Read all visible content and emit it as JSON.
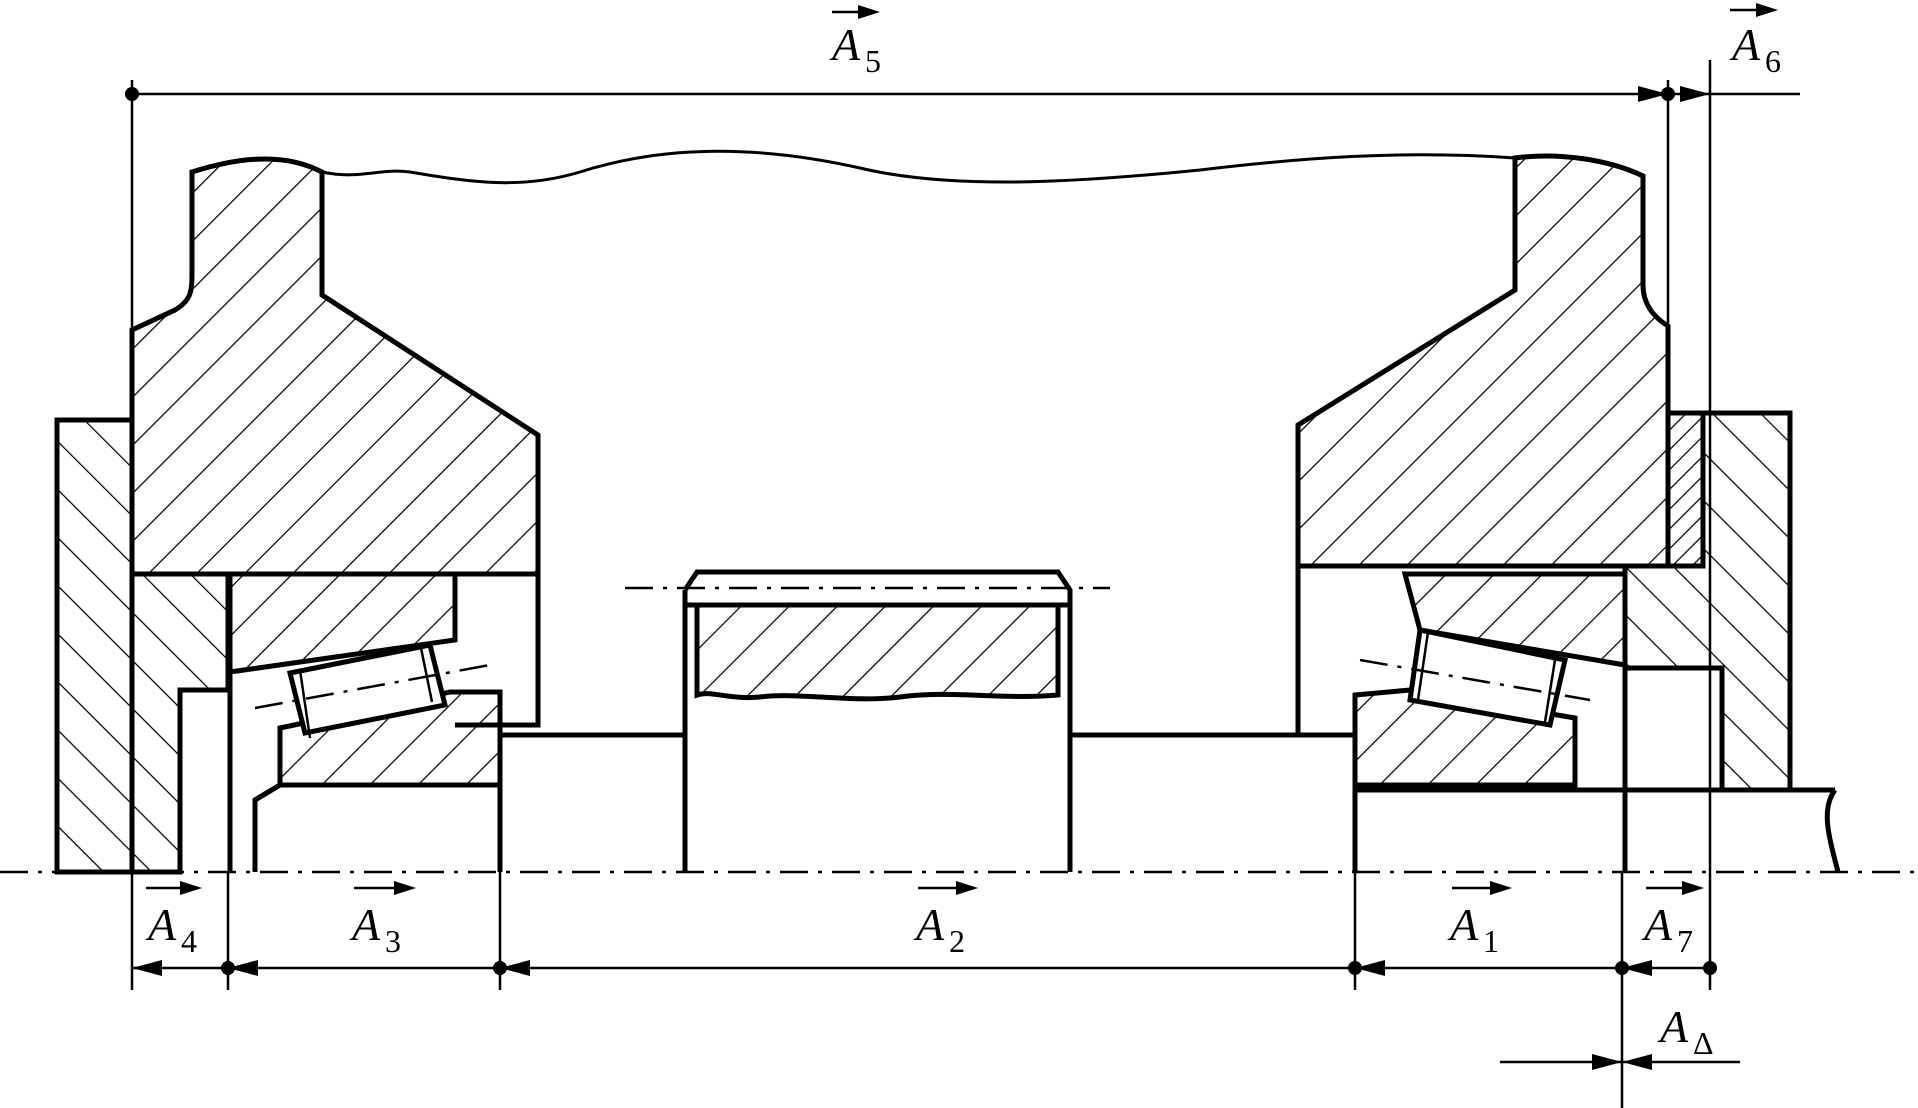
{
  "labels": {
    "A1": {
      "letter": "A",
      "index": "1"
    },
    "A2": {
      "letter": "A",
      "index": "2"
    },
    "A3": {
      "letter": "A",
      "index": "3"
    },
    "A4": {
      "letter": "A",
      "index": "4"
    },
    "A5": {
      "letter": "A",
      "index": "5"
    },
    "A6": {
      "letter": "A",
      "index": "6"
    },
    "A7": {
      "letter": "A",
      "index": "7"
    },
    "Adelta": {
      "letter": "A",
      "index": "Δ"
    }
  }
}
